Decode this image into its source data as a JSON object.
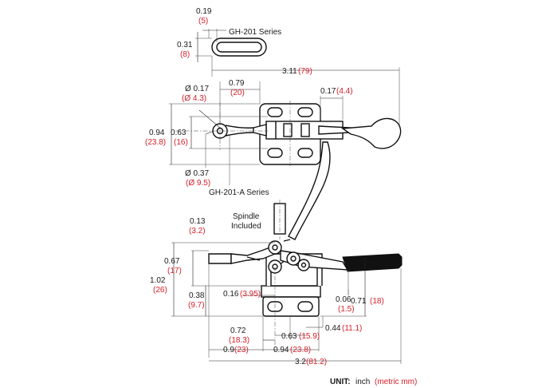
{
  "labels": {
    "series_201": "GH-201 Series",
    "series_201a": "GH-201-A Series",
    "spindle_line1": "Spindle",
    "spindle_line2": "Included"
  },
  "dims": {
    "slot_width_in": "0.19",
    "slot_width_mm": "(5)",
    "slot_height_in": "0.31",
    "slot_height_mm": "(8)",
    "overall_top_in": "3.11",
    "overall_top_mm": "(79)",
    "eye_dia_in": "Ø 0.17",
    "eye_dia_mm": "(Ø 4.3)",
    "eye_offset_in": "0.79",
    "eye_offset_mm": "(20)",
    "handle_gap_in": "0.17",
    "handle_gap_mm": "(4.4)",
    "plate_height_in": "0.94",
    "plate_height_mm": "(23.8)",
    "hole_spacing_v_in": "0.63",
    "hole_spacing_v_mm": "(16)",
    "eye_outer_in": "Ø 0.37",
    "eye_outer_mm": "(Ø 9.5)",
    "spindle_top_in": "0.13",
    "spindle_top_mm": "(3.2)",
    "arm_height_in": "0.67",
    "arm_height_mm": "(17)",
    "total_height_in": "1.02",
    "total_height_mm": "(26)",
    "arm_base_in": "0.38",
    "arm_base_mm": "(9.7)",
    "pivot_offset_in": "0.16",
    "pivot_offset_mm": "(3.95)",
    "base_gap_in": "0.06",
    "base_gap_mm": "(1.5)",
    "handle_height_in": "0.71",
    "handle_height_mm": "(18)",
    "arm_reach_in": "0.72",
    "arm_reach_mm": "(18.3)",
    "hole_spacing_h_in": "0.63",
    "hole_spacing_h_mm": "(15.9)",
    "slot_off_in": "0.44",
    "slot_off_mm": "(11.1)",
    "reach_in": "0.9",
    "reach_mm": "(23)",
    "base_len_in": "0.94",
    "base_len_mm": "(23.8)",
    "overall_bottom_in": "3.2",
    "overall_bottom_mm": "(81.2)"
  },
  "unit": {
    "label": "UNIT:",
    "value": "inch",
    "metric": "(metric mm)"
  },
  "colors": {
    "metric": "#d4202a",
    "line": "#111111"
  }
}
